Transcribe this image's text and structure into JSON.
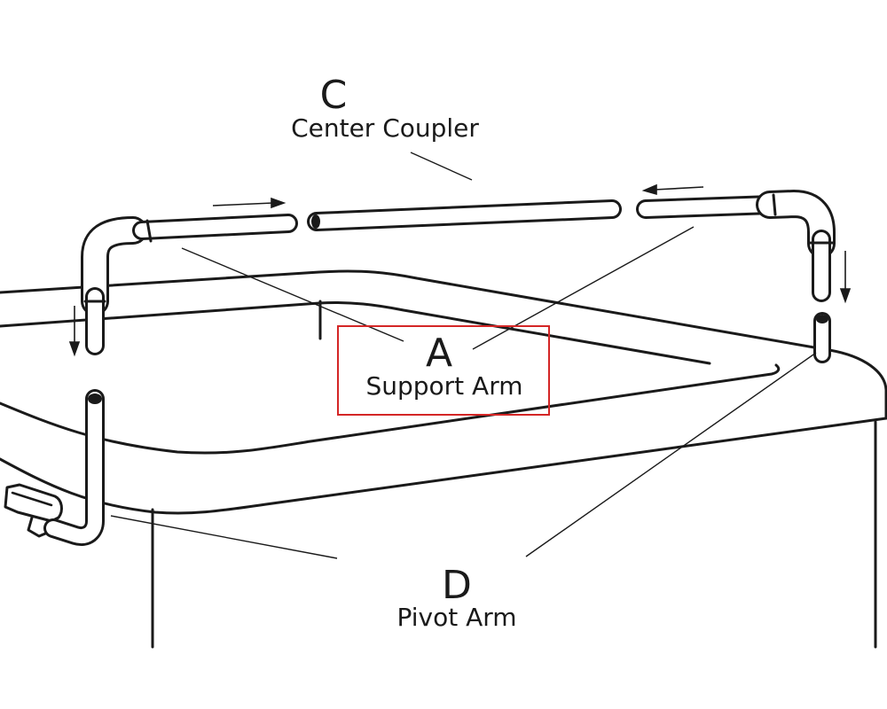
{
  "labels": {
    "c": {
      "letter": "C",
      "caption": "Center Coupler"
    },
    "a": {
      "letter": "A",
      "caption": "Support Arm"
    },
    "d": {
      "letter": "D",
      "caption": "Pivot Arm"
    }
  },
  "highlight": {
    "target": "a",
    "color": "#d42626"
  },
  "colors": {
    "line": "#1a1a1a",
    "background": "#ffffff"
  }
}
